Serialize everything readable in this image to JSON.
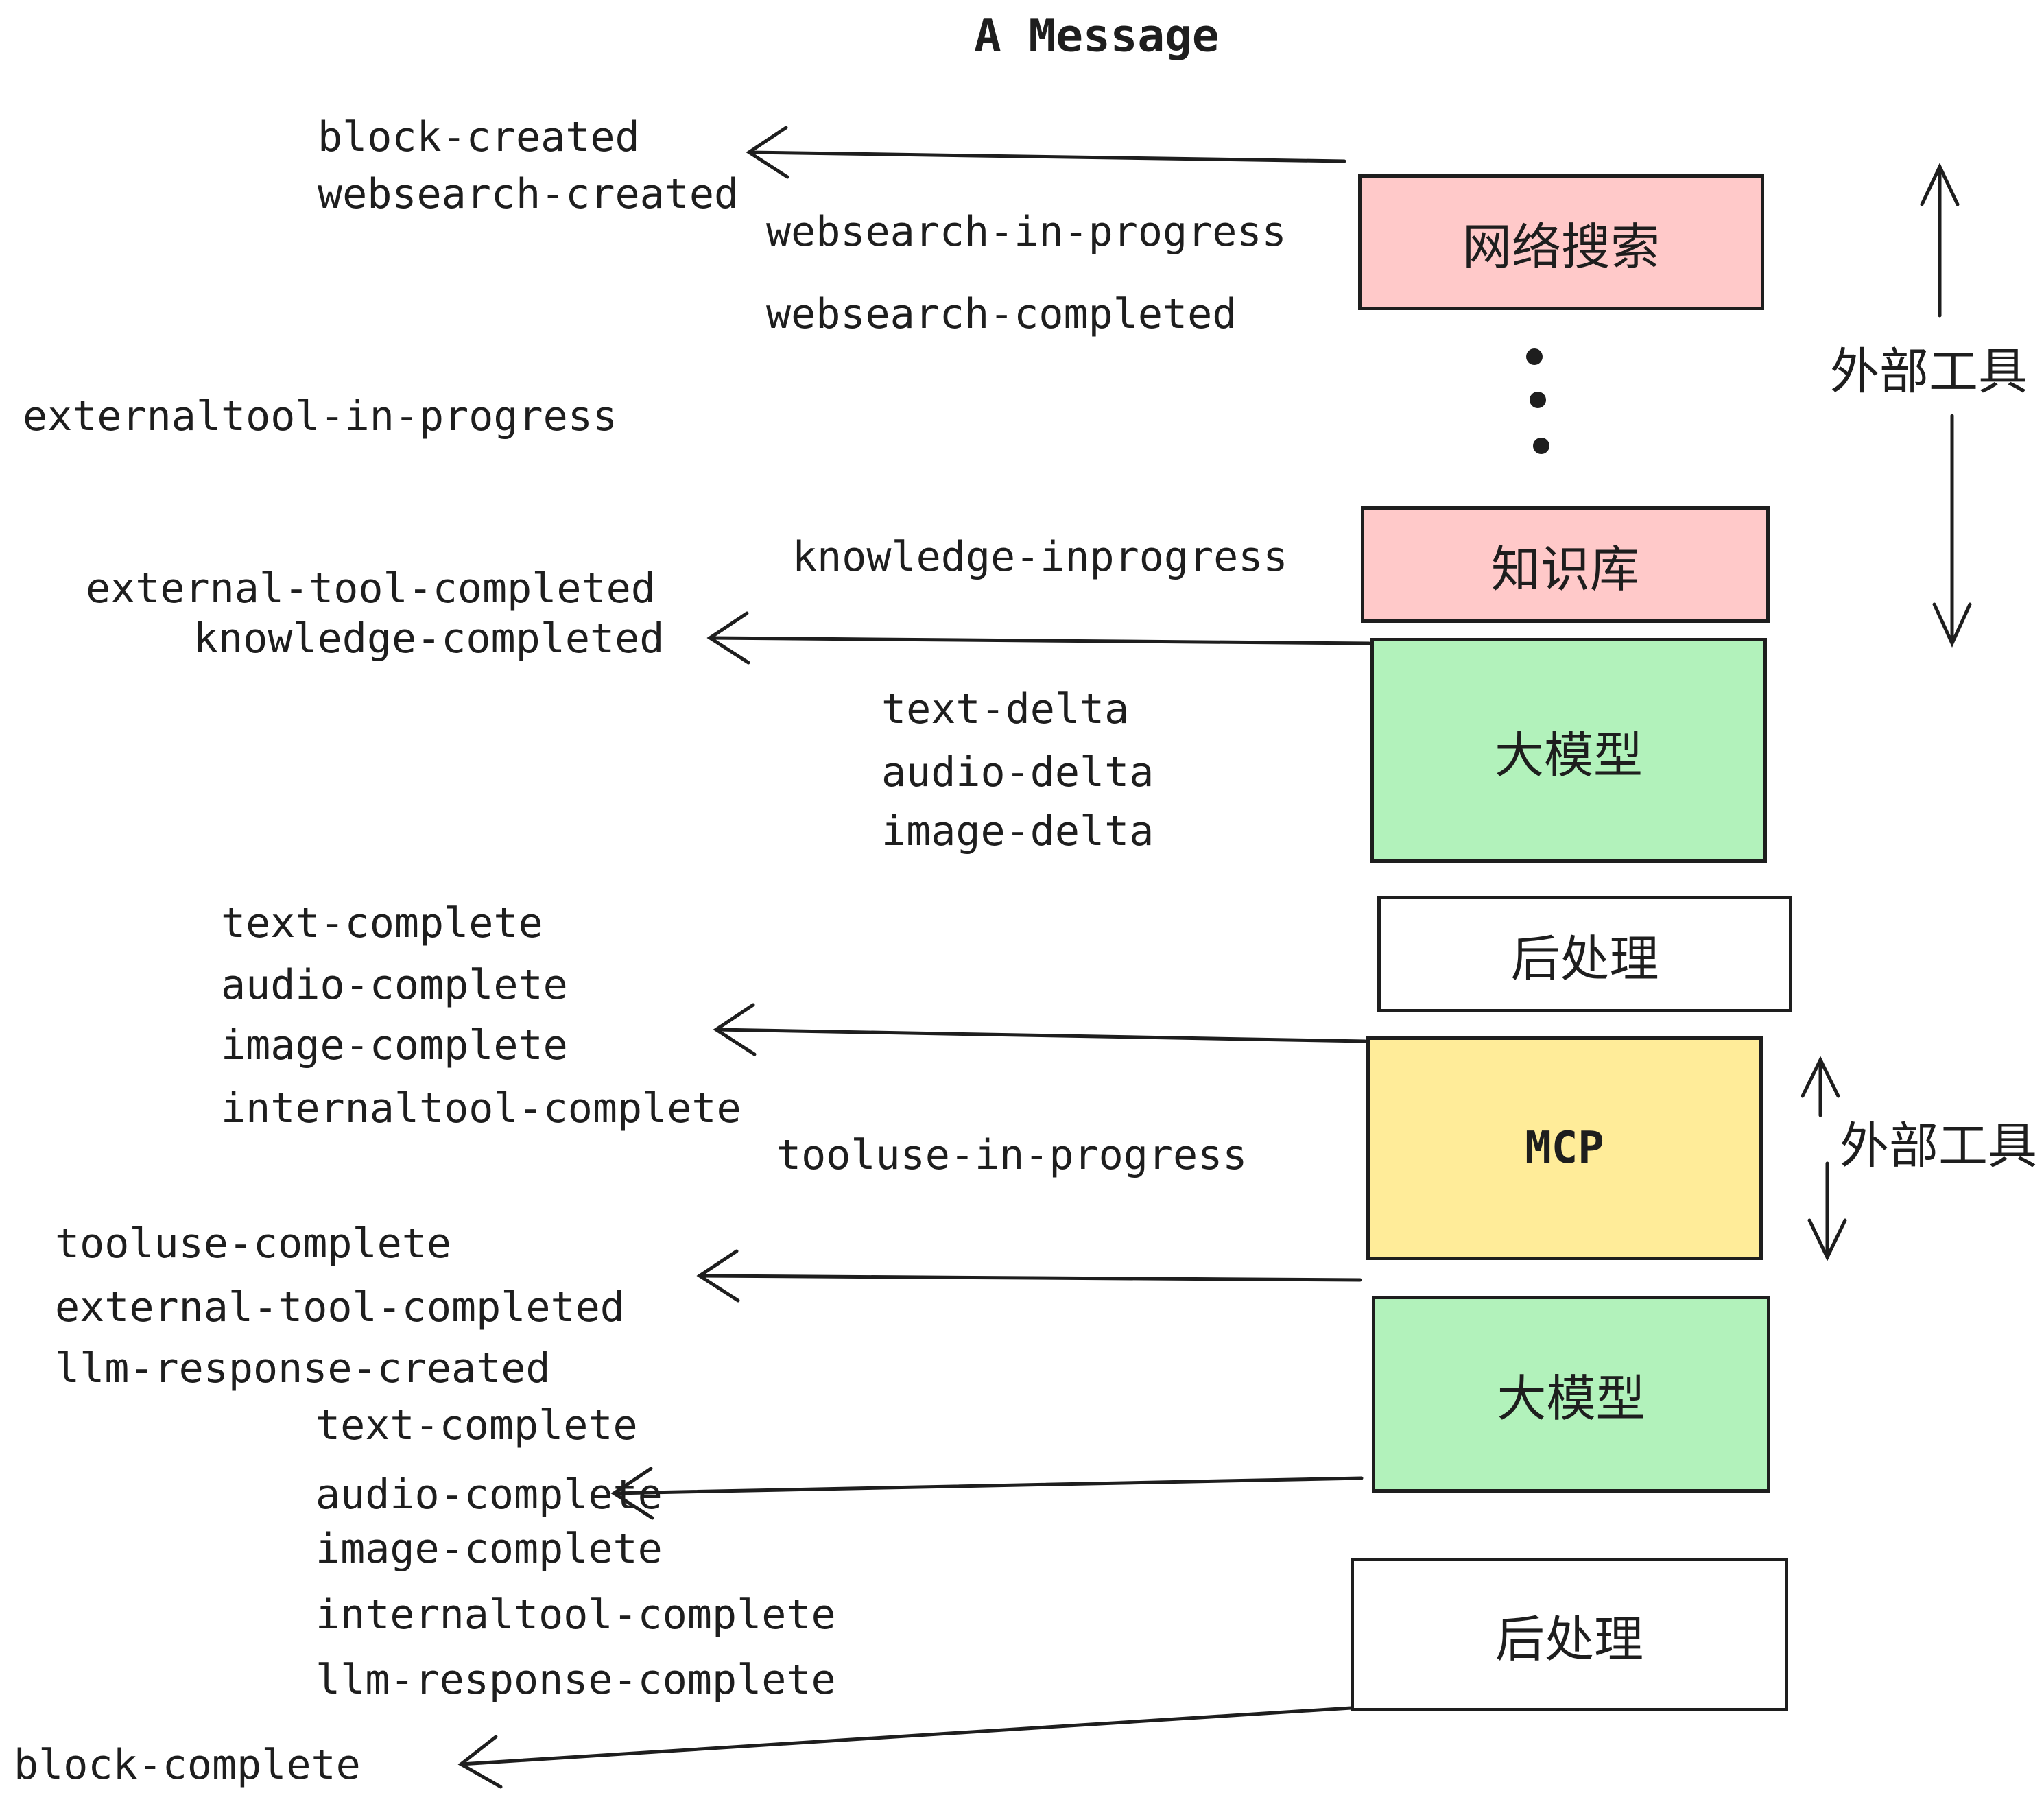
{
  "title": "A Message",
  "boxes": {
    "websearch": {
      "label": "网络搜索",
      "fill": "#ffc9c9"
    },
    "knowledge": {
      "label": "知识库",
      "fill": "#ffc9c9"
    },
    "llm_top": {
      "label": "大模型",
      "fill": "#b2f2bb"
    },
    "postprocess_top": {
      "label": "后处理",
      "fill": "#ffffff"
    },
    "mcp": {
      "label": "MCP",
      "fill": "#ffec99"
    },
    "llm_bottom": {
      "label": "大模型",
      "fill": "#b2f2bb"
    },
    "postprocess_bottom": {
      "label": "后处理",
      "fill": "#ffffff"
    }
  },
  "annotations": {
    "external_tools_top": "外部工具",
    "external_tools_mcp": "外部工具"
  },
  "events": {
    "block_created": "block-created",
    "websearch_created": "websearch-created",
    "websearch_in_progress": "websearch-in-progress",
    "websearch_completed": "websearch-completed",
    "externaltool_in_progress": "externaltool-in-progress",
    "knowledge_inprogress": "knowledge-inprogress",
    "external_tool_completed_1": "external-tool-completed",
    "knowledge_completed": "knowledge-completed",
    "text_delta_1": "text-delta",
    "audio_delta_1": "audio-delta",
    "image_delta_1": "image-delta",
    "text_complete_1": "text-complete",
    "audio_complete_1": "audio-complete",
    "image_complete_1": "image-complete",
    "internaltool_complete_1": "internaltool-complete",
    "tooluse_in_progress": "tooluse-in-progress",
    "tooluse_complete": "tooluse-complete",
    "external_tool_completed_2": "external-tool-completed",
    "llm_response_created": "llm-response-created",
    "text_complete_2": "text-complete",
    "audio_complete_2": "audio-complete",
    "image_complete_2": "image-complete",
    "internaltool_complete_2": "internaltool-complete",
    "llm_response_complete": "llm-response-complete",
    "block_complete": "block-complete"
  },
  "colors": {
    "stroke": "#1e1e1e",
    "box_pink": "#ffc9c9",
    "box_green": "#b2f2bb",
    "box_yellow": "#ffec99",
    "box_white": "#ffffff"
  }
}
